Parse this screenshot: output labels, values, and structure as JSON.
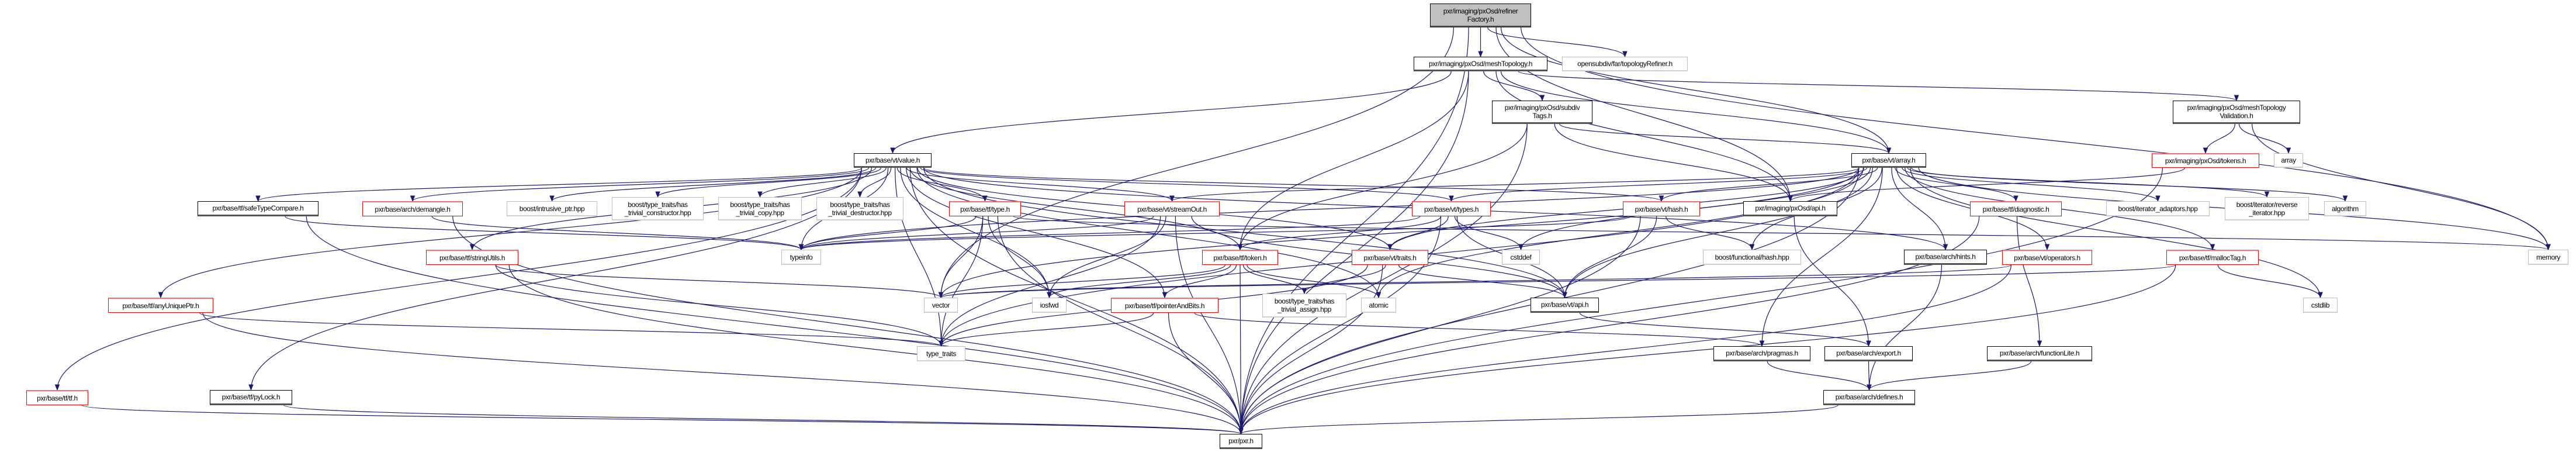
{
  "graph": {
    "edge_color": "#191970",
    "nodes": [
      {
        "id": "refinerFactory",
        "label": "pxr/imaging/pxOsd/refiner\nFactory.h",
        "kind": "root"
      },
      {
        "id": "meshTopology",
        "label": "pxr/imaging/pxOsd/meshTopology.h",
        "kind": "documented"
      },
      {
        "id": "topologyRefiner",
        "label": "opensubdiv/far/topologyRefiner.h",
        "kind": "external"
      },
      {
        "id": "subdivTags",
        "label": "pxr/imaging/pxOsd/subdiv\nTags.h",
        "kind": "documented"
      },
      {
        "id": "meshTopologyValidation",
        "label": "pxr/imaging/pxOsd/meshTopology\nValidation.h",
        "kind": "documented"
      },
      {
        "id": "value",
        "label": "pxr/base/vt/value.h",
        "kind": "documented"
      },
      {
        "id": "array",
        "label": "pxr/base/vt/array.h",
        "kind": "documented"
      },
      {
        "id": "tokens",
        "label": "pxr/imaging/pxOsd/tokens.h",
        "kind": "truncated"
      },
      {
        "id": "arrayStd",
        "label": "array",
        "kind": "external"
      },
      {
        "id": "safeTypeCompare",
        "label": "pxr/base/tf/safeTypeCompare.h",
        "kind": "documented"
      },
      {
        "id": "demangle",
        "label": "pxr/base/arch/demangle.h",
        "kind": "truncated"
      },
      {
        "id": "intrusivePtr",
        "label": "boost/intrusive_ptr.hpp",
        "kind": "external"
      },
      {
        "id": "hasTrivialConstructor",
        "label": "boost/type_traits/has\n_trivial_constructor.hpp",
        "kind": "external"
      },
      {
        "id": "hasTrivialCopy",
        "label": "boost/type_traits/has\n_trivial_copy.hpp",
        "kind": "external"
      },
      {
        "id": "hasTrivialDestructor",
        "label": "boost/type_traits/has\n_trivial_destructor.hpp",
        "kind": "external"
      },
      {
        "id": "type",
        "label": "pxr/base/tf/type.h",
        "kind": "truncated"
      },
      {
        "id": "streamOut",
        "label": "pxr/base/vt/streamOut.h",
        "kind": "truncated"
      },
      {
        "id": "types",
        "label": "pxr/base/vt/types.h",
        "kind": "truncated"
      },
      {
        "id": "hash",
        "label": "pxr/base/vt/hash.h",
        "kind": "truncated"
      },
      {
        "id": "pxOsdApi",
        "label": "pxr/imaging/pxOsd/api.h",
        "kind": "documented"
      },
      {
        "id": "diagnostic",
        "label": "pxr/base/tf/diagnostic.h",
        "kind": "truncated"
      },
      {
        "id": "iteratorAdaptors",
        "label": "boost/iterator_adaptors.hpp",
        "kind": "external"
      },
      {
        "id": "reverseIterator",
        "label": "boost/iterator/reverse\n_iterator.hpp",
        "kind": "external"
      },
      {
        "id": "algorithm",
        "label": "algorithm",
        "kind": "external"
      },
      {
        "id": "stringUtils",
        "label": "pxr/base/tf/stringUtils.h",
        "kind": "truncated"
      },
      {
        "id": "typeinfo",
        "label": "typeinfo",
        "kind": "external"
      },
      {
        "id": "token",
        "label": "pxr/base/tf/token.h",
        "kind": "truncated"
      },
      {
        "id": "traits",
        "label": "pxr/base/vt/traits.h",
        "kind": "truncated"
      },
      {
        "id": "cstddef",
        "label": "cstddef",
        "kind": "external"
      },
      {
        "id": "functionalHash",
        "label": "boost/functional/hash.hpp",
        "kind": "external"
      },
      {
        "id": "hints",
        "label": "pxr/base/arch/hints.h",
        "kind": "documented"
      },
      {
        "id": "operators",
        "label": "pxr/base/vt/operators.h",
        "kind": "truncated"
      },
      {
        "id": "mallocTag",
        "label": "pxr/base/tf/mallocTag.h",
        "kind": "truncated"
      },
      {
        "id": "memory",
        "label": "memory",
        "kind": "external"
      },
      {
        "id": "anyUniquePtr",
        "label": "pxr/base/tf/anyUniquePtr.h",
        "kind": "truncated"
      },
      {
        "id": "vector",
        "label": "vector",
        "kind": "external"
      },
      {
        "id": "iosfwd",
        "label": "iosfwd",
        "kind": "external"
      },
      {
        "id": "pointerAndBits",
        "label": "pxr/base/tf/pointerAndBits.h",
        "kind": "truncated"
      },
      {
        "id": "hasTrivialAssign",
        "label": "boost/type_traits/has\n_trivial_assign.hpp",
        "kind": "external"
      },
      {
        "id": "atomic",
        "label": "atomic",
        "kind": "external"
      },
      {
        "id": "vtApi",
        "label": "pxr/base/vt/api.h",
        "kind": "documented"
      },
      {
        "id": "cstdlib",
        "label": "cstdlib",
        "kind": "external"
      },
      {
        "id": "typeTraits",
        "label": "type_traits",
        "kind": "external"
      },
      {
        "id": "pragmas",
        "label": "pxr/base/arch/pragmas.h",
        "kind": "documented"
      },
      {
        "id": "export",
        "label": "pxr/base/arch/export.h",
        "kind": "documented"
      },
      {
        "id": "functionLite",
        "label": "pxr/base/arch/functionLite.h",
        "kind": "documented"
      },
      {
        "id": "tf",
        "label": "pxr/base/tf/tf.h",
        "kind": "truncated"
      },
      {
        "id": "pyLock",
        "label": "pxr/base/tf/pyLock.h",
        "kind": "documented"
      },
      {
        "id": "defines",
        "label": "pxr/base/arch/defines.h",
        "kind": "documented"
      },
      {
        "id": "pxr",
        "label": "pxr/pxr.h",
        "kind": "documented"
      }
    ],
    "edges": [
      [
        "refinerFactory",
        "meshTopology"
      ],
      [
        "refinerFactory",
        "topologyRefiner"
      ],
      [
        "refinerFactory",
        "array"
      ],
      [
        "refinerFactory",
        "memory"
      ],
      [
        "refinerFactory",
        "pxr"
      ],
      [
        "refinerFactory",
        "vector"
      ],
      [
        "refinerFactory",
        "pxOsdApi"
      ],
      [
        "meshTopology",
        "value"
      ],
      [
        "meshTopology",
        "subdivTags"
      ],
      [
        "meshTopology",
        "array"
      ],
      [
        "meshTopology",
        "meshTopologyValidation"
      ],
      [
        "meshTopology",
        "pxOsdApi"
      ],
      [
        "meshTopology",
        "token"
      ],
      [
        "meshTopology",
        "pxr"
      ],
      [
        "subdivTags",
        "array"
      ],
      [
        "subdivTags",
        "pxOsdApi"
      ],
      [
        "subdivTags",
        "token"
      ],
      [
        "subdivTags",
        "pxr"
      ],
      [
        "meshTopologyValidation",
        "tokens"
      ],
      [
        "meshTopologyValidation",
        "arrayStd"
      ],
      [
        "meshTopologyValidation",
        "memory"
      ],
      [
        "tokens",
        "pxOsdApi"
      ],
      [
        "tokens",
        "pxr"
      ],
      [
        "value",
        "safeTypeCompare"
      ],
      [
        "value",
        "demangle"
      ],
      [
        "value",
        "intrusivePtr"
      ],
      [
        "value",
        "hasTrivialConstructor"
      ],
      [
        "value",
        "hasTrivialCopy"
      ],
      [
        "value",
        "hasTrivialDestructor"
      ],
      [
        "value",
        "type"
      ],
      [
        "value",
        "streamOut"
      ],
      [
        "value",
        "types"
      ],
      [
        "value",
        "hash"
      ],
      [
        "value",
        "stringUtils"
      ],
      [
        "value",
        "anyUniquePtr"
      ],
      [
        "value",
        "pyLock"
      ],
      [
        "value",
        "tf"
      ],
      [
        "value",
        "typeinfo"
      ],
      [
        "value",
        "typeTraits"
      ],
      [
        "value",
        "iosfwd"
      ],
      [
        "value",
        "pointerAndBits"
      ],
      [
        "value",
        "traits"
      ],
      [
        "value",
        "vtApi"
      ],
      [
        "value",
        "atomic"
      ],
      [
        "value",
        "pxr"
      ],
      [
        "value",
        "hints"
      ],
      [
        "value",
        "token"
      ],
      [
        "array",
        "vtApi"
      ],
      [
        "array",
        "hash"
      ],
      [
        "array",
        "streamOut"
      ],
      [
        "array",
        "types"
      ],
      [
        "array",
        "traits"
      ],
      [
        "array",
        "diagnostic"
      ],
      [
        "array",
        "iteratorAdaptors"
      ],
      [
        "array",
        "reverseIterator"
      ],
      [
        "array",
        "algorithm"
      ],
      [
        "array",
        "memory"
      ],
      [
        "array",
        "cstdlib"
      ],
      [
        "array",
        "mallocTag"
      ],
      [
        "array",
        "operators"
      ],
      [
        "array",
        "functionalHash"
      ],
      [
        "array",
        "cstddef"
      ],
      [
        "array",
        "atomic"
      ],
      [
        "array",
        "typeinfo"
      ],
      [
        "array",
        "pragmas"
      ],
      [
        "array",
        "pxr"
      ],
      [
        "array",
        "typeTraits"
      ],
      [
        "array",
        "vector"
      ],
      [
        "array",
        "hints"
      ],
      [
        "safeTypeCompare",
        "typeinfo"
      ],
      [
        "safeTypeCompare",
        "pxr"
      ],
      [
        "demangle",
        "typeinfo"
      ],
      [
        "demangle",
        "pxr"
      ],
      [
        "type",
        "typeinfo"
      ],
      [
        "type",
        "vector"
      ],
      [
        "type",
        "iosfwd"
      ],
      [
        "type",
        "typeTraits"
      ],
      [
        "type",
        "pxr"
      ],
      [
        "type",
        "memory"
      ],
      [
        "streamOut",
        "vtApi"
      ],
      [
        "streamOut",
        "iosfwd"
      ],
      [
        "streamOut",
        "typeTraits"
      ],
      [
        "streamOut",
        "typeinfo"
      ],
      [
        "streamOut",
        "pxr"
      ],
      [
        "types",
        "vtApi"
      ],
      [
        "types",
        "traits"
      ],
      [
        "types",
        "token"
      ],
      [
        "types",
        "cstddef"
      ],
      [
        "types",
        "typeinfo"
      ],
      [
        "types",
        "pxr"
      ],
      [
        "hash",
        "vtApi"
      ],
      [
        "hash",
        "functionalHash"
      ],
      [
        "hash",
        "typeinfo"
      ],
      [
        "hash",
        "pxr"
      ],
      [
        "pxOsdApi",
        "export"
      ],
      [
        "diagnostic",
        "functionLite"
      ],
      [
        "diagnostic",
        "pxr"
      ],
      [
        "stringUtils",
        "vector"
      ],
      [
        "stringUtils",
        "typeTraits"
      ],
      [
        "stringUtils",
        "pxr"
      ],
      [
        "token",
        "vector"
      ],
      [
        "token",
        "iosfwd"
      ],
      [
        "token",
        "pointerAndBits"
      ],
      [
        "token",
        "hasTrivialAssign"
      ],
      [
        "token",
        "atomic"
      ],
      [
        "token",
        "pxr"
      ],
      [
        "traits",
        "hasTrivialAssign"
      ],
      [
        "traits",
        "vtApi"
      ],
      [
        "traits",
        "pxr"
      ],
      [
        "traits",
        "typeTraits"
      ],
      [
        "hints",
        "defines"
      ],
      [
        "operators",
        "vector"
      ],
      [
        "operators",
        "pxr"
      ],
      [
        "mallocTag",
        "cstdlib"
      ],
      [
        "mallocTag",
        "vector"
      ],
      [
        "mallocTag",
        "pxr"
      ],
      [
        "anyUniquePtr",
        "typeTraits"
      ],
      [
        "anyUniquePtr",
        "pxr"
      ],
      [
        "pointerAndBits",
        "typeTraits"
      ],
      [
        "pointerAndBits",
        "pragmas"
      ],
      [
        "pointerAndBits",
        "pxr"
      ],
      [
        "vtApi",
        "export"
      ],
      [
        "pragmas",
        "defines"
      ],
      [
        "export",
        "defines"
      ],
      [
        "functionLite",
        "defines"
      ],
      [
        "defines",
        "pxr"
      ],
      [
        "tf",
        "pxr"
      ],
      [
        "pyLock",
        "pxr"
      ]
    ]
  }
}
